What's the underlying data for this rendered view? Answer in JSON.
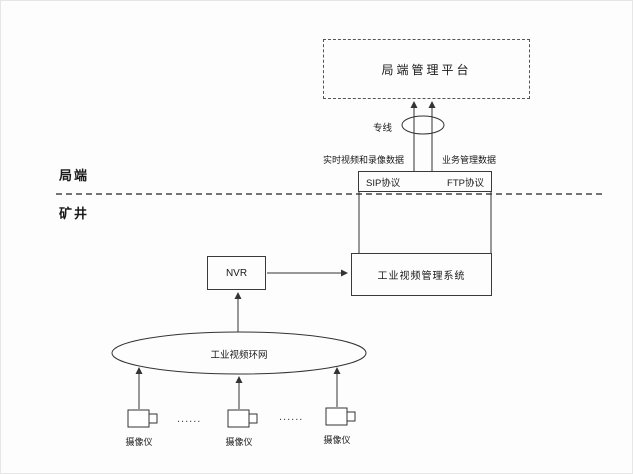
{
  "diagram": {
    "zones": {
      "top": "局端",
      "bottom": "矿井"
    },
    "nodes": {
      "platform": "局端管理平台",
      "video_mgmt": "工业视频管理系统",
      "nvr": "NVR",
      "ring_network": "工业视频环网",
      "camera": "摄像仪"
    },
    "labels": {
      "dedicated_line": "专线",
      "realtime_data": "实时视频和录像数据",
      "business_data": "业务管理数据",
      "sip_protocol": "SIP协议",
      "ftp_protocol": "FTP协议",
      "ellipsis": "......"
    },
    "colors": {
      "line": "#333333",
      "background": "#ffffff"
    }
  }
}
